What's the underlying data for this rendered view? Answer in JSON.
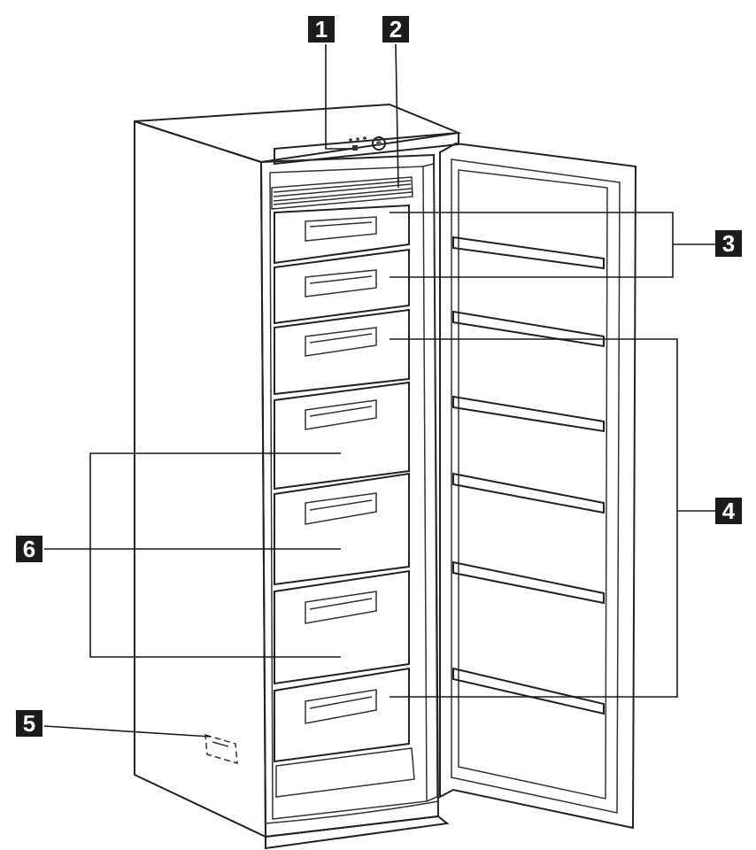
{
  "callouts": {
    "c1": "1",
    "c2": "2",
    "c3": "3",
    "c4": "4",
    "c5": "5",
    "c6": "6"
  },
  "colors": {
    "callout_bg": "#1c1c1c",
    "line": "#333333",
    "background": "#ffffff"
  }
}
